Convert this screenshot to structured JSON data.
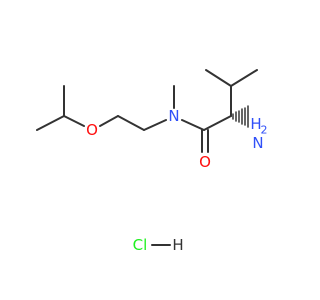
{
  "molecule": {
    "atoms": {
      "O_ether": {
        "symbol": "O",
        "color": "#ff0d0d"
      },
      "N_amide": {
        "symbol": "N",
        "color": "#3050f8"
      },
      "O_carbonyl": {
        "symbol": "O",
        "color": "#ff0d0d"
      },
      "N_amine": {
        "symbol": "N",
        "color": "#3050f8",
        "h_label": "H",
        "h_count": "2"
      }
    },
    "salt": {
      "cl": {
        "symbol": "Cl",
        "color": "#1ff01f"
      },
      "h": {
        "symbol": "H",
        "color": "#333333"
      }
    },
    "bond_color": "#333333"
  }
}
